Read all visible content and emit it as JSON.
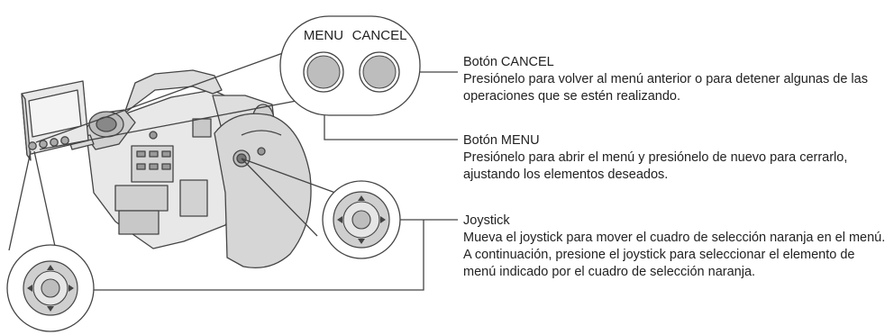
{
  "buttons": {
    "menu_label": "MENU",
    "cancel_label": "CANCEL"
  },
  "descriptions": [
    {
      "title": "Botón CANCEL",
      "body": "Presiónelo para volver al menú anterior o para detener algunas de las operaciones que se estén realizando."
    },
    {
      "title": "Botón MENU",
      "body": "Presiónelo para abrir el menú y presiónelo de nuevo para cerrarlo, ajustando los elementos deseados."
    },
    {
      "title": "Joystick",
      "body": "Mueva el joystick para mover el cuadro de selección naranja en el menú. A continuación, presione el joystick para seleccionar el elemento de menú indicado por el cuadro de selección naranja."
    }
  ],
  "colors": {
    "line": "#444444",
    "button_fill": "#bfbfbf",
    "bubble_fill": "#ffffff",
    "camera_fill": "#e6e6e6"
  }
}
